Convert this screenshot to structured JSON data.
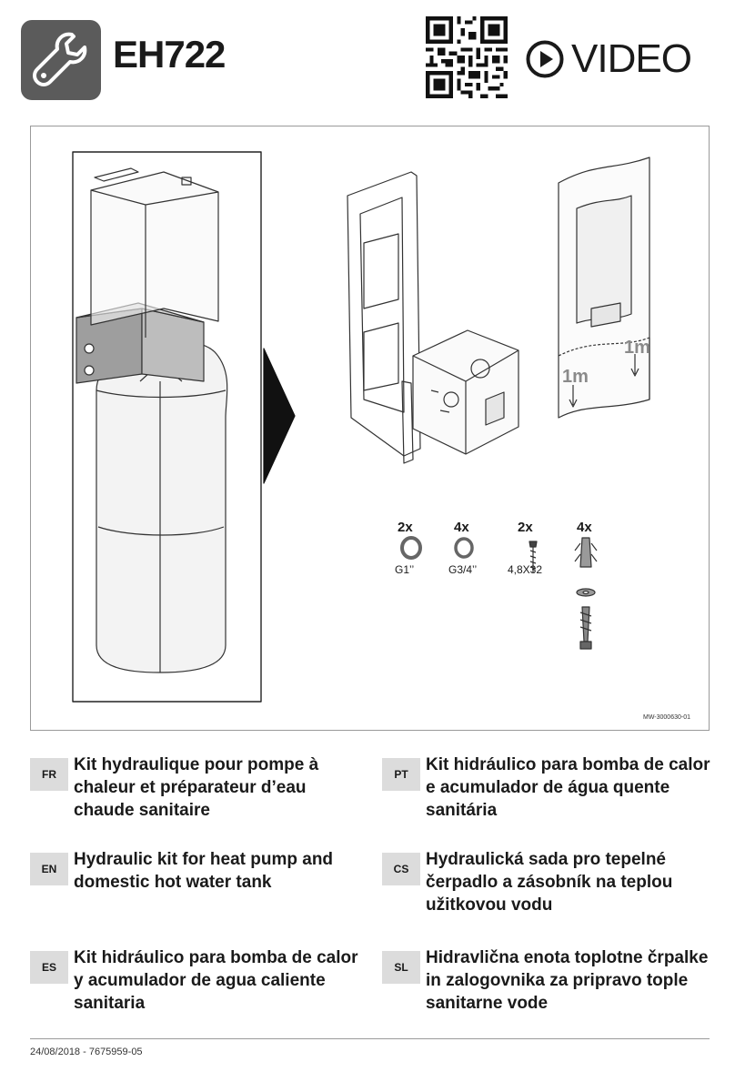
{
  "header": {
    "icon": "wrench-icon",
    "model": "EH722",
    "qr_icon": "qr-code-icon",
    "video_icon": "play-circle-icon",
    "video_label": "VIDEO"
  },
  "figure": {
    "kit_items": [
      {
        "qty": "2x",
        "size": "G1’’",
        "icon": "gasket-ring-icon"
      },
      {
        "qty": "4x",
        "size": "G3/4’’",
        "icon": "gasket-ring-icon"
      },
      {
        "qty": "2x",
        "size": "4,8X32",
        "icon": "screw-icon"
      },
      {
        "qty": "4x",
        "size": "",
        "icon": "wall-plug-screw-washer-icon"
      }
    ],
    "clearance_labels": [
      "1m",
      "1m"
    ],
    "drawing_ref": "MW-3000630-01"
  },
  "titles": [
    {
      "code": "FR",
      "text": "Kit hydraulique pour pompe à chaleur et préparateur d’eau chaude sanitaire"
    },
    {
      "code": "PT",
      "text": "Kit hidráulico para bomba de calor e acumulador de água quente sanitária"
    },
    {
      "code": "EN",
      "text": "Hydraulic kit for heat pump and domestic hot water tank"
    },
    {
      "code": "CS",
      "text": "Hydraulická sada pro tepelné čerpadlo a zásobník na teplou užitkovou vodu"
    },
    {
      "code": "ES",
      "text": "Kit hidráulico para bomba de calor y acumulador de agua caliente sanitaria"
    },
    {
      "code": "SL",
      "text": "Hidravlična enota toplotne črpalke in zalogovnika za pripravo tople sanitarne vode"
    }
  ],
  "footer": {
    "doc_ref": "24/08/2018 - 7675959-05"
  },
  "colors": {
    "icon_bg": "#5b5b5b",
    "label_bg": "#dcdcdc",
    "line": "#333333"
  }
}
